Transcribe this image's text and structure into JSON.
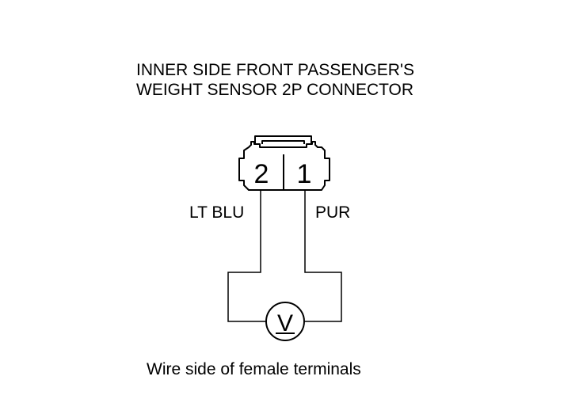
{
  "title": {
    "line1": "INNER SIDE FRONT PASSENGER'S",
    "line2": "WEIGHT SENSOR 2P CONNECTOR"
  },
  "connector": {
    "pin_left": "2",
    "pin_right": "1"
  },
  "wires": {
    "left_label": "LT BLU",
    "right_label": "PUR"
  },
  "meter": {
    "symbol": "V",
    "icon": "voltmeter-icon"
  },
  "caption": "Wire side of female terminals",
  "colors": {
    "line": "#000000",
    "background": "#ffffff"
  }
}
